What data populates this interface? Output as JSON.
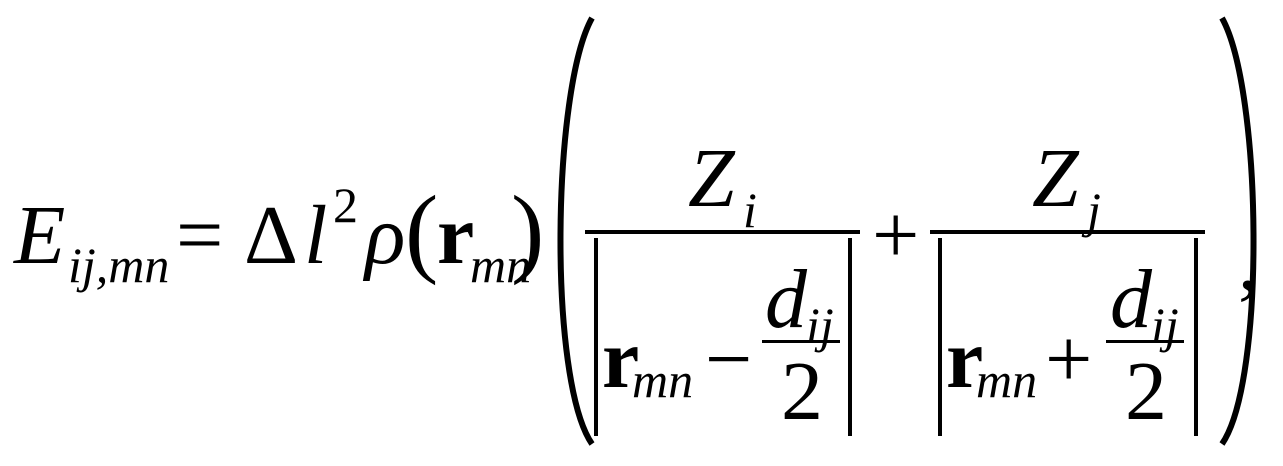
{
  "equation": {
    "lhs": {
      "symbol": "E",
      "subscript": "ij,mn"
    },
    "equals": "=",
    "delta": "Δ",
    "ell": "l",
    "ell_power": "2",
    "rho": "ρ",
    "r_vec": "r",
    "r_subscript": "mn",
    "open_paren": "(",
    "close_paren": ")",
    "term1": {
      "numerator": {
        "symbol": "Z",
        "subscript": "i"
      },
      "denominator": {
        "r": "r",
        "r_sub": "mn",
        "op": "−",
        "d": "d",
        "d_sub": "ij",
        "two": "2"
      }
    },
    "plus": "+",
    "term2": {
      "numerator": {
        "symbol": "Z",
        "subscript": "j"
      },
      "denominator": {
        "r": "r",
        "r_sub": "mn",
        "op": "+",
        "d": "d",
        "d_sub": "ij",
        "two": "2"
      }
    },
    "trailing_comma": ","
  }
}
